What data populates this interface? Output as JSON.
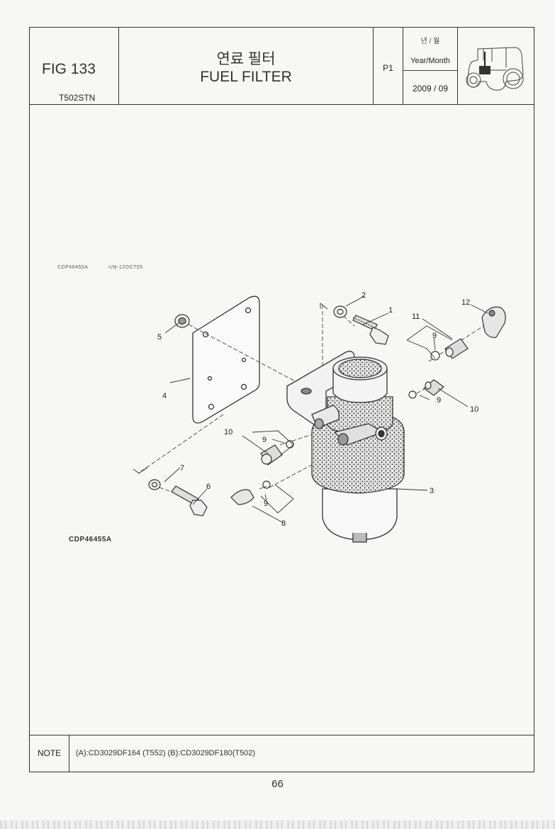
{
  "header": {
    "fig_label": "FIG 133",
    "model": "T502STN",
    "title_korean": "연료 필터",
    "title_english": "FUEL FILTER",
    "page_code": "P1",
    "date_label_korean": "년 / 월",
    "date_label_english": "Year/Month",
    "date_value": "2009 / 09",
    "thumbnail_icon": "tractor-icon"
  },
  "diagram": {
    "small_code": "CDP46455A",
    "small_code_suffix": "-UN-12OCT05",
    "figure_code": "CDP46455A",
    "callouts": {
      "c1": "1",
      "c2": "2",
      "c3": "3",
      "c4": "4",
      "c5": "5",
      "c6": "6",
      "c7": "7",
      "c8": "8",
      "c9a": "9",
      "c9b": "9",
      "c9c": "9",
      "c9d": "9",
      "c10a": "10",
      "c10b": "10",
      "c11": "11",
      "c12": "12"
    }
  },
  "note": {
    "label": "NOTE",
    "text": "(A):CD3029DF164 (T552)  (B):CD3029DF180(T502)"
  },
  "page_number": "66"
}
